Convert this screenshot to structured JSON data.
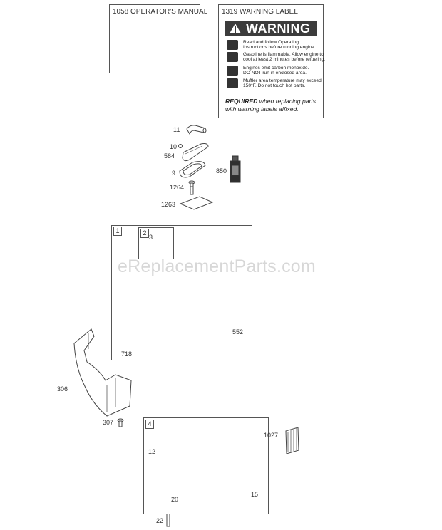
{
  "manual_box": {
    "title": "1058 OPERATOR'S MANUAL"
  },
  "warning_box": {
    "title": "1319 WARNING LABEL",
    "heading": "WARNING",
    "rows": [
      {
        "line1": "Read and follow Operating",
        "line2": "Instructions before running engine."
      },
      {
        "line1": "Gasoline is flammable. Allow engine to",
        "line2": "cool at least 2 minutes before refueling."
      },
      {
        "line1": "Engines emit carbon monoxide.",
        "line2": "DO NOT run in enclosed area."
      },
      {
        "line1": "Muffler area temperature may exceed",
        "line2": "150°F. Do not touch hot parts."
      }
    ],
    "required_bold": "REQUIRED",
    "required_rest": " when replacing parts",
    "required_line2": "with warning labels affixed."
  },
  "parts": {
    "p11": "11",
    "p10": "10",
    "p584": "584",
    "p9": "9",
    "p850": "850",
    "p1264": "1264",
    "p1263": "1263",
    "p552": "552",
    "p718": "718",
    "p306": "306",
    "p307": "307",
    "p1027": "1027",
    "p12": "12",
    "p20": "20",
    "p15": "15",
    "p22": "22"
  },
  "groups": {
    "g1": "1",
    "g2": "2",
    "g3": "3",
    "g4": "4"
  },
  "watermark": "eReplacementParts.com"
}
